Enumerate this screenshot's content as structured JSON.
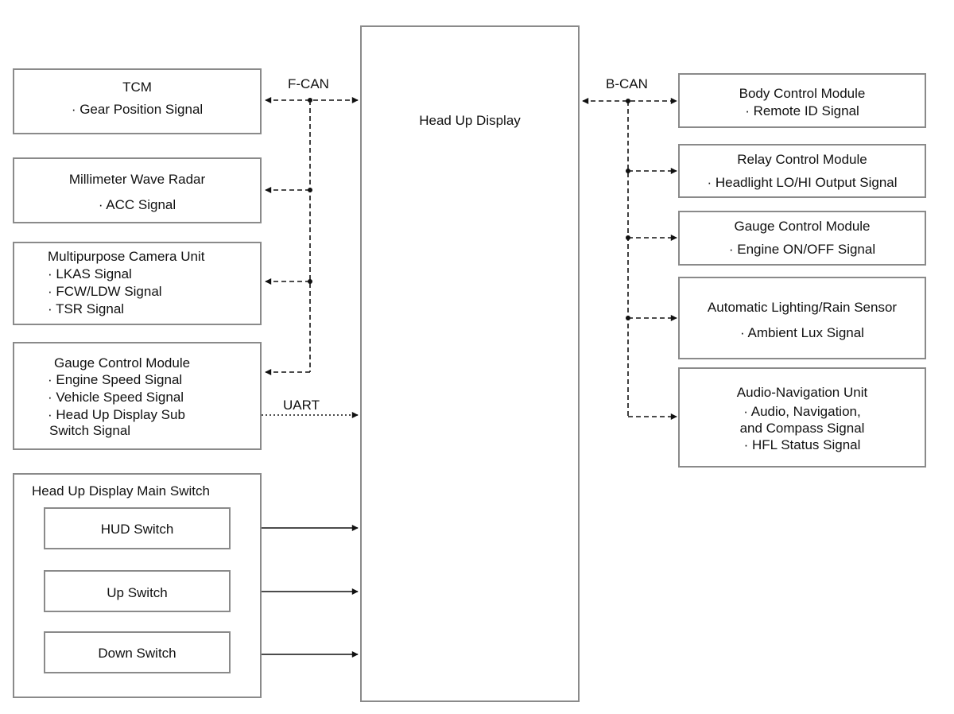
{
  "hud": {
    "title": "Head Up Display"
  },
  "buses": {
    "f_can": "F-CAN",
    "b_can": "B-CAN",
    "uart": "UART"
  },
  "left_modules": {
    "tcm": {
      "title": "TCM",
      "signals": [
        "· Gear Position Signal"
      ]
    },
    "radar": {
      "title": "Millimeter Wave Radar",
      "signals": [
        "· ACC Signal"
      ]
    },
    "camera": {
      "title": "Multipurpose Camera Unit",
      "signals": [
        "· LKAS Signal",
        "· FCW/LDW Signal",
        "· TSR Signal"
      ]
    },
    "gauge": {
      "title": "Gauge Control Module",
      "signals": [
        "· Engine Speed Signal",
        "· Vehicle Speed Signal",
        "· Head Up Display Sub",
        "Switch Signal"
      ]
    }
  },
  "main_switch": {
    "title": "Head Up Display Main Switch",
    "switches": [
      "HUD Switch",
      "Up Switch",
      "Down Switch"
    ]
  },
  "right_modules": {
    "body": {
      "title": "Body Control Module",
      "signals": [
        "· Remote ID Signal"
      ]
    },
    "relay": {
      "title": "Relay Control Module",
      "signals": [
        "· Headlight LO/HI Output Signal"
      ]
    },
    "gauge": {
      "title": "Gauge Control Module",
      "signals": [
        "· Engine ON/OFF Signal"
      ]
    },
    "light": {
      "title": "Automatic Lighting/Rain Sensor",
      "signals": [
        "· Ambient Lux Signal"
      ]
    },
    "audio": {
      "title": "Audio-Navigation Unit",
      "signals": [
        "· Audio, Navigation,",
        "and Compass Signal",
        "· HFL Status Signal"
      ]
    }
  }
}
